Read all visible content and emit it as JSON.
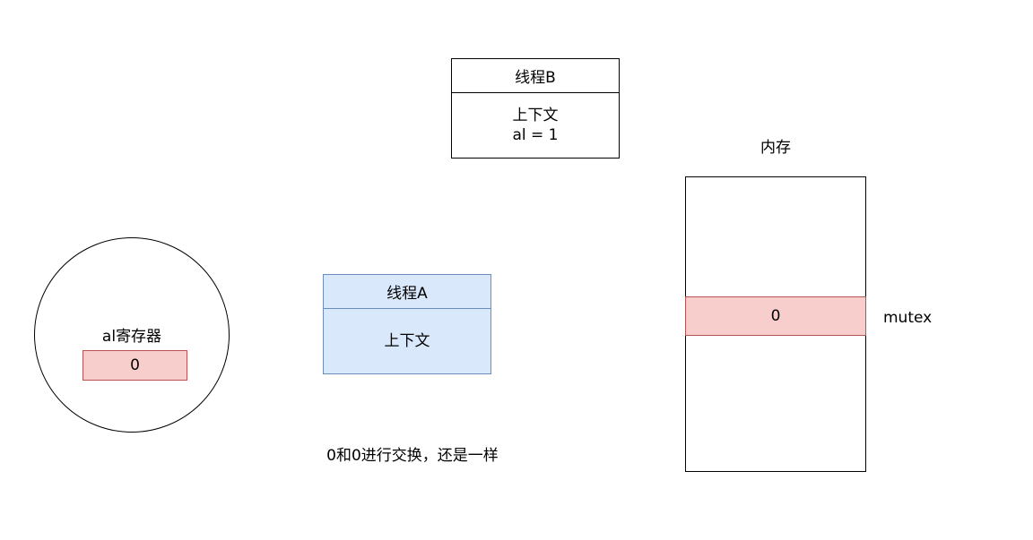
{
  "thread_b": {
    "title": "线程B",
    "context_label": "上下文",
    "context_value": "al = 1"
  },
  "thread_a": {
    "title": "线程A",
    "context_label": "上下文"
  },
  "register": {
    "label": "al寄存器",
    "value": "0"
  },
  "memory": {
    "label": "内存",
    "cell_value": "0",
    "cell_name": "mutex"
  },
  "note": "0和0进行交换，还是一样",
  "colors": {
    "thread_a_fill": "#dae8fc",
    "thread_a_border": "#6c8ebf",
    "cell_fill": "#f8cecc",
    "cell_border": "#b85450"
  }
}
